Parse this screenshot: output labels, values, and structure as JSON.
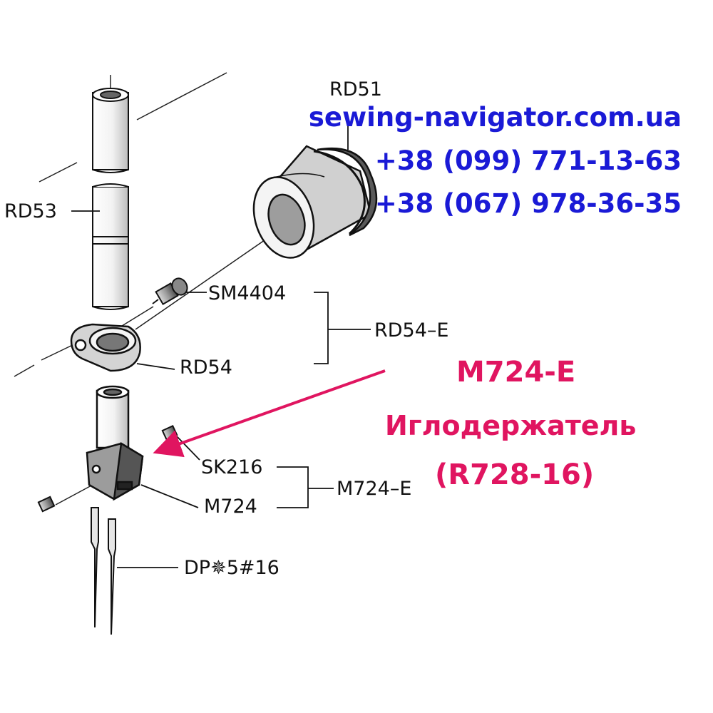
{
  "contacts": {
    "website": "sewing-navigator.com.ua",
    "phone_1": "+38 (099) 771-13-63",
    "phone_2": "+38 (067) 978-36-35",
    "color": "#1a1ad6"
  },
  "highlight": {
    "part_number": "M724-E",
    "part_name": "Иглодержатель",
    "alt_number": "(R728-16)",
    "color": "#e01560"
  },
  "part_labels": {
    "rd51": "RD51",
    "rd53": "RD53",
    "sm4404": "SM4404",
    "rd54_e": "RD54–E",
    "rd54": "RD54",
    "sk216": "SK216",
    "m724_e": "M724–E",
    "m724": "M724",
    "needle": "DP✵5#16"
  }
}
